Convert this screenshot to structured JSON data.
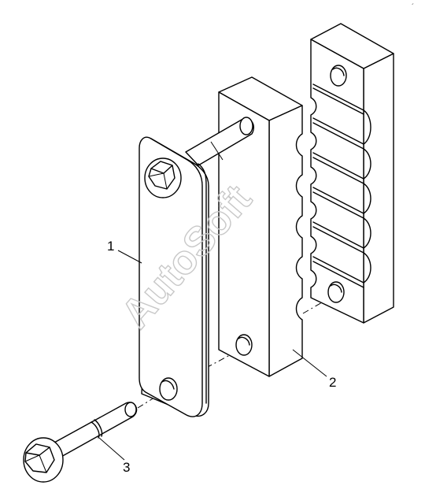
{
  "callouts": {
    "part_1": "1",
    "part_2": "2",
    "part_3": "3"
  },
  "watermark": "AutoSoft",
  "corner_mark": "´"
}
